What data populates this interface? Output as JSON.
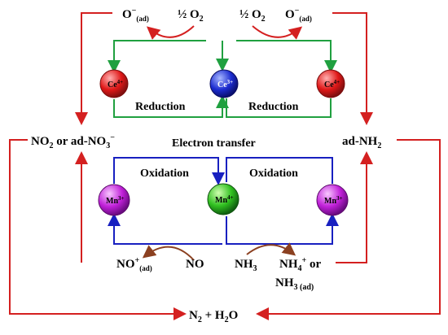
{
  "labels": {
    "o_ad_left": "O",
    "o_ad_left_sup": "−",
    "o_ad_left_sub": "(ad)",
    "half_o2_left": "½ O",
    "half_o2_left_sub": "2",
    "half_o2_right": "½ O",
    "half_o2_right_sub": "2",
    "o_ad_right": "O",
    "o_ad_right_sup": "−",
    "o_ad_right_sub": "(ad)",
    "reduction_left": "Reduction",
    "reduction_right": "Reduction",
    "no2_left": "NO",
    "no2_sub": "2",
    "no2_rest": " or ad-NO",
    "no3_sub": "3",
    "no3_sup": "−",
    "electron_transfer": "Electron transfer",
    "ad_nh2": "ad-NH",
    "ad_nh2_sub": "2",
    "oxidation_left": "Oxidation",
    "oxidation_right": "Oxidation",
    "no_plus": "NO",
    "no_plus_sup": "+",
    "no_plus_sub": "(ad)",
    "no": "NO",
    "nh3": "NH",
    "nh3_sub": "3",
    "nh4": "NH",
    "nh4_sub": "4",
    "nh4_sup": "+",
    "nh4_or": " or",
    "nh3_ad": "NH",
    "nh3_ad_sub": "3 (ad)",
    "products": "N",
    "products_sub": "2",
    "products_rest": " + H",
    "products_h2o_sub": "2",
    "products_o": "O"
  },
  "ions": {
    "ce_left": {
      "base": "Ce",
      "charge": "4+",
      "color": "#e01818"
    },
    "ce_mid": {
      "base": "Ce",
      "charge": "3+",
      "color": "#1c2cd0"
    },
    "ce_right": {
      "base": "Ce",
      "charge": "4+",
      "color": "#e01818"
    },
    "mn_left": {
      "base": "Mn",
      "charge": "3+",
      "color": "#c020d8"
    },
    "mn_mid": {
      "base": "Mn",
      "charge": "4+",
      "color": "#20b020"
    },
    "mn_right": {
      "base": "Mn",
      "charge": "3+",
      "color": "#c020d8"
    }
  },
  "colors": {
    "red": "#d42020",
    "green": "#20a040",
    "blue": "#1820c0",
    "brown": "#8b4020"
  }
}
